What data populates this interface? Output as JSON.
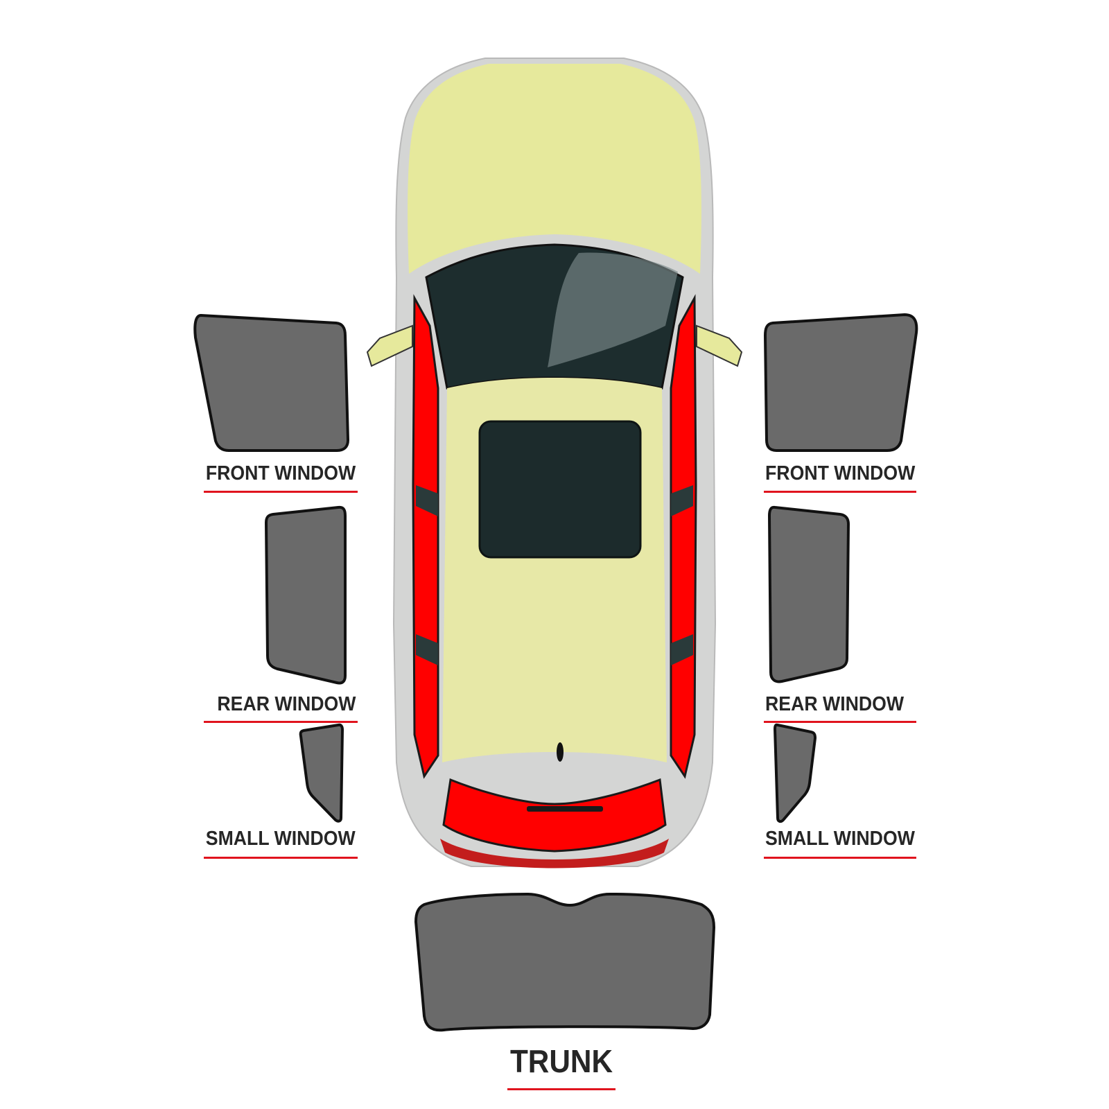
{
  "colors": {
    "accent": "#e0141e",
    "shade": "#6a6a6a",
    "outline": "#111111",
    "car_body": "#e6e8a0",
    "car_body_light": "#e5e7a6",
    "car_trim": "#cfd0d0",
    "glass_dark": "#1d2a2b",
    "window_highlight": "#ff0000"
  },
  "labels": {
    "front_left": "FRONT WINDOW",
    "front_right": "FRONT WINDOW",
    "rear_left": "REAR WINDOW",
    "rear_right": "REAR WINDOW",
    "small_left": "SMALL WINDOW",
    "small_right": "SMALL WINDOW",
    "trunk": "TRUNK"
  }
}
